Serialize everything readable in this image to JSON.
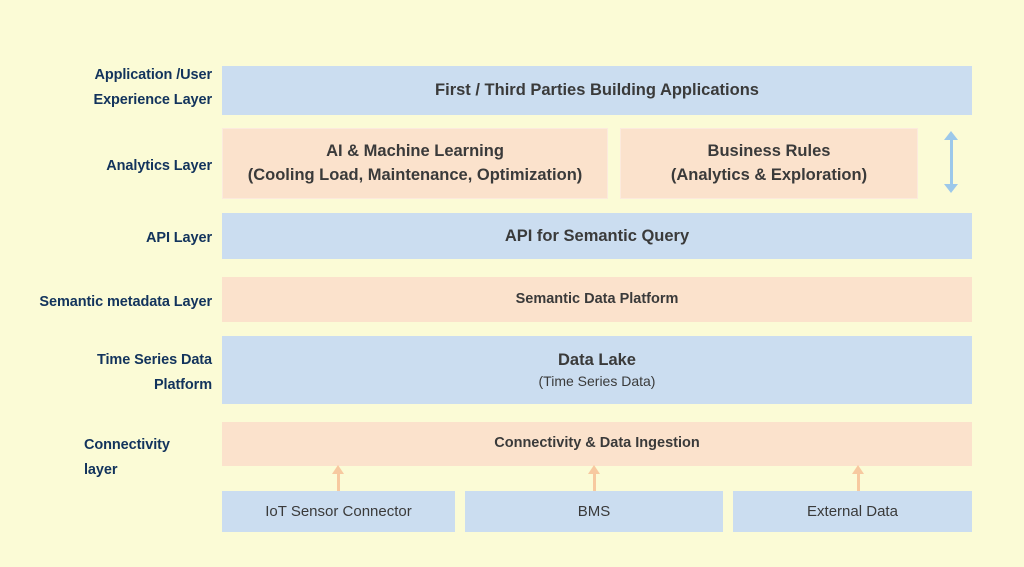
{
  "theme": {
    "background": "#FBFBD6",
    "blue_fill": "#CBDDF0",
    "peach_fill": "#FBE2CC",
    "label_color": "#12335C",
    "body_text_color": "#3A3A3A",
    "orange_arrow": "#F7C9A0",
    "blue_arrow": "#9CC8EA"
  },
  "layer_labels": {
    "application": "Application /User\nExperience Layer",
    "application_line1": "Application /User",
    "application_line2": "Experience Layer",
    "analytics": "Analytics Layer",
    "api": "API Layer",
    "semantic": "Semantic metadata Layer",
    "timeseries_line1": "Time Series Data",
    "timeseries_line2": "Platform",
    "connectivity_line1": "Connectivity",
    "connectivity_line2": "layer"
  },
  "bands": {
    "application": {
      "title": "First / Third Parties Building Applications"
    },
    "api": {
      "title": "API for Semantic Query"
    },
    "semantic": {
      "title": "Semantic Data Platform"
    },
    "datalake": {
      "title": "Data Lake",
      "subtitle": "(Time Series Data)"
    },
    "connectivity": {
      "title": "Connectivity & Data Ingestion"
    }
  },
  "analytics_boxes": [
    {
      "line1": "AI & Machine Learning",
      "line2": "(Cooling Load, Maintenance, Optimization)"
    },
    {
      "line1": "Business Rules",
      "line2": "(Analytics & Exploration)"
    }
  ],
  "source_boxes": [
    {
      "label": "IoT Sensor Connector"
    },
    {
      "label": "BMS"
    },
    {
      "label": "External Data"
    }
  ],
  "arrows": {
    "ingestion_icon": "arrow-up-icon",
    "analytics_bidirectional_icon": "arrow-up-down-icon"
  }
}
